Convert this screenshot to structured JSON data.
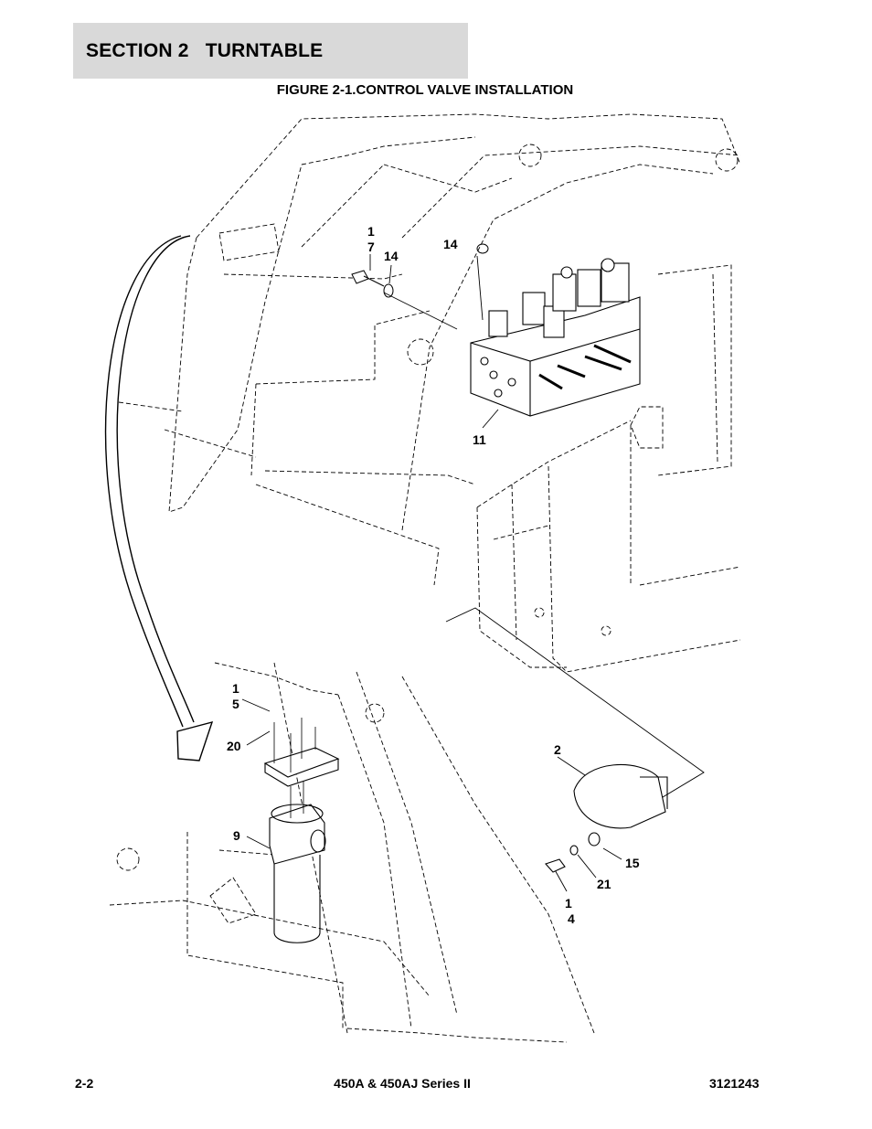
{
  "header": {
    "section": "SECTION 2   TURNTABLE"
  },
  "figure": {
    "title": "FIGURE 2-1.CONTROL VALVE INSTALLATION",
    "callouts": {
      "c17": [
        "1",
        "7"
      ],
      "c14a": "14",
      "c14b": "14",
      "c11": "11",
      "c15": [
        "1",
        "5"
      ],
      "c20": "20",
      "c9": "9",
      "c2": "2",
      "c15b": "15",
      "c21": "21",
      "c14c": [
        "1",
        "4"
      ]
    }
  },
  "footer": {
    "page": "2-2",
    "model": "450A & 450AJ Series II",
    "doc_number": "3121243"
  }
}
